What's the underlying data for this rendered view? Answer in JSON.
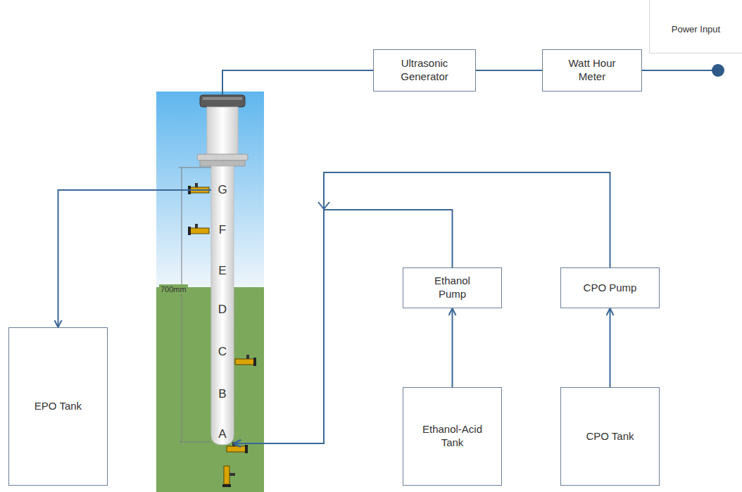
{
  "diagram": {
    "nodes": [
      {
        "text": [
          "Power Input"
        ]
      },
      {
        "text": [
          "Ultrasonic Generator"
        ]
      },
      {
        "text": [
          "Watt Hour Meter"
        ]
      },
      {
        "text": [
          "G",
          "F",
          "E",
          "D",
          "C",
          "B",
          "A"
        ]
      },
      {
        "text": [
          "Ethanol Pump"
        ]
      },
      {
        "text": [
          "CPO Pump"
        ]
      },
      {
        "text": [
          "EPO Tank"
        ]
      },
      {
        "text": [
          "Ethanol-Acid Tank"
        ]
      },
      {
        "text": [
          "CPO Tank"
        ]
      }
    ],
    "edges": [
      {
        "from": 2,
        "to": 1,
        "arrow": "none"
      },
      {
        "from": 1,
        "to": 3,
        "arrow": "none"
      },
      {
        "from": 3,
        "to": 6,
        "arrow": "to"
      },
      {
        "from": 4,
        "to": 3,
        "arrow": "to"
      },
      {
        "from": 5,
        "to": 3,
        "arrow": "to"
      },
      {
        "from": 7,
        "to": 4,
        "arrow": "to"
      },
      {
        "from": 8,
        "to": 5,
        "arrow": "to"
      }
    ],
    "labels": [
      "700mm"
    ]
  }
}
